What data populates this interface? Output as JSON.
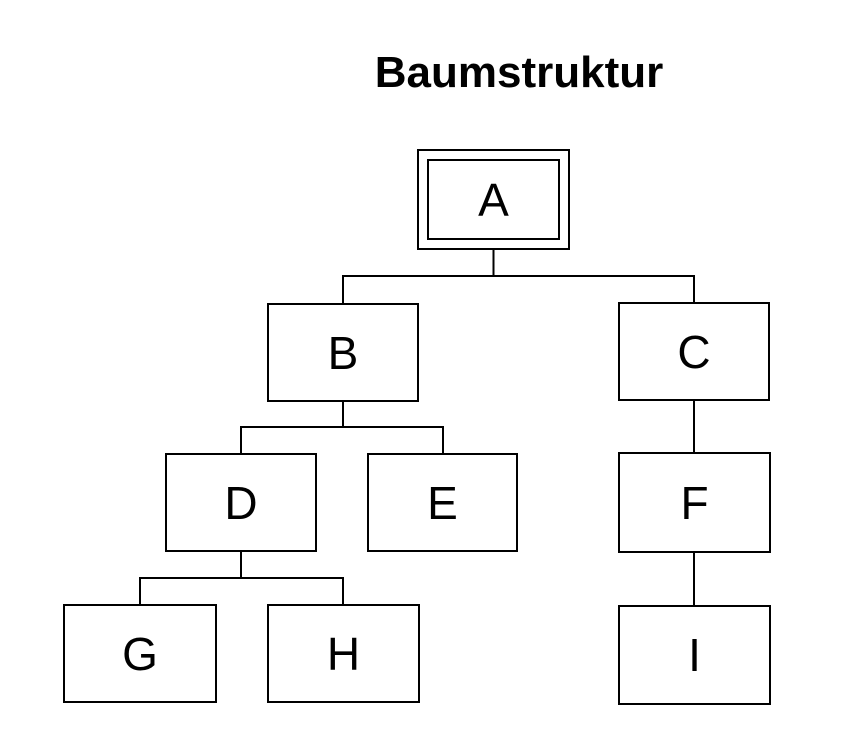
{
  "title": "Baumstruktur",
  "colors": {
    "ink": "#000000",
    "background": "#ffffff"
  },
  "diagram": {
    "type": "tree",
    "nodes": [
      {
        "id": "A",
        "label": "A",
        "shape": "double-rectangle",
        "root": true
      },
      {
        "id": "B",
        "label": "B",
        "shape": "rectangle"
      },
      {
        "id": "C",
        "label": "C",
        "shape": "rectangle"
      },
      {
        "id": "D",
        "label": "D",
        "shape": "rectangle"
      },
      {
        "id": "E",
        "label": "E",
        "shape": "rectangle"
      },
      {
        "id": "F",
        "label": "F",
        "shape": "rectangle"
      },
      {
        "id": "G",
        "label": "G",
        "shape": "rectangle"
      },
      {
        "id": "H",
        "label": "H",
        "shape": "rectangle"
      },
      {
        "id": "I",
        "label": "I",
        "shape": "rectangle"
      }
    ],
    "edges": [
      {
        "from": "A",
        "to": "B"
      },
      {
        "from": "A",
        "to": "C"
      },
      {
        "from": "B",
        "to": "D"
      },
      {
        "from": "B",
        "to": "E"
      },
      {
        "from": "C",
        "to": "F"
      },
      {
        "from": "D",
        "to": "G"
      },
      {
        "from": "D",
        "to": "H"
      },
      {
        "from": "F",
        "to": "I"
      }
    ]
  }
}
